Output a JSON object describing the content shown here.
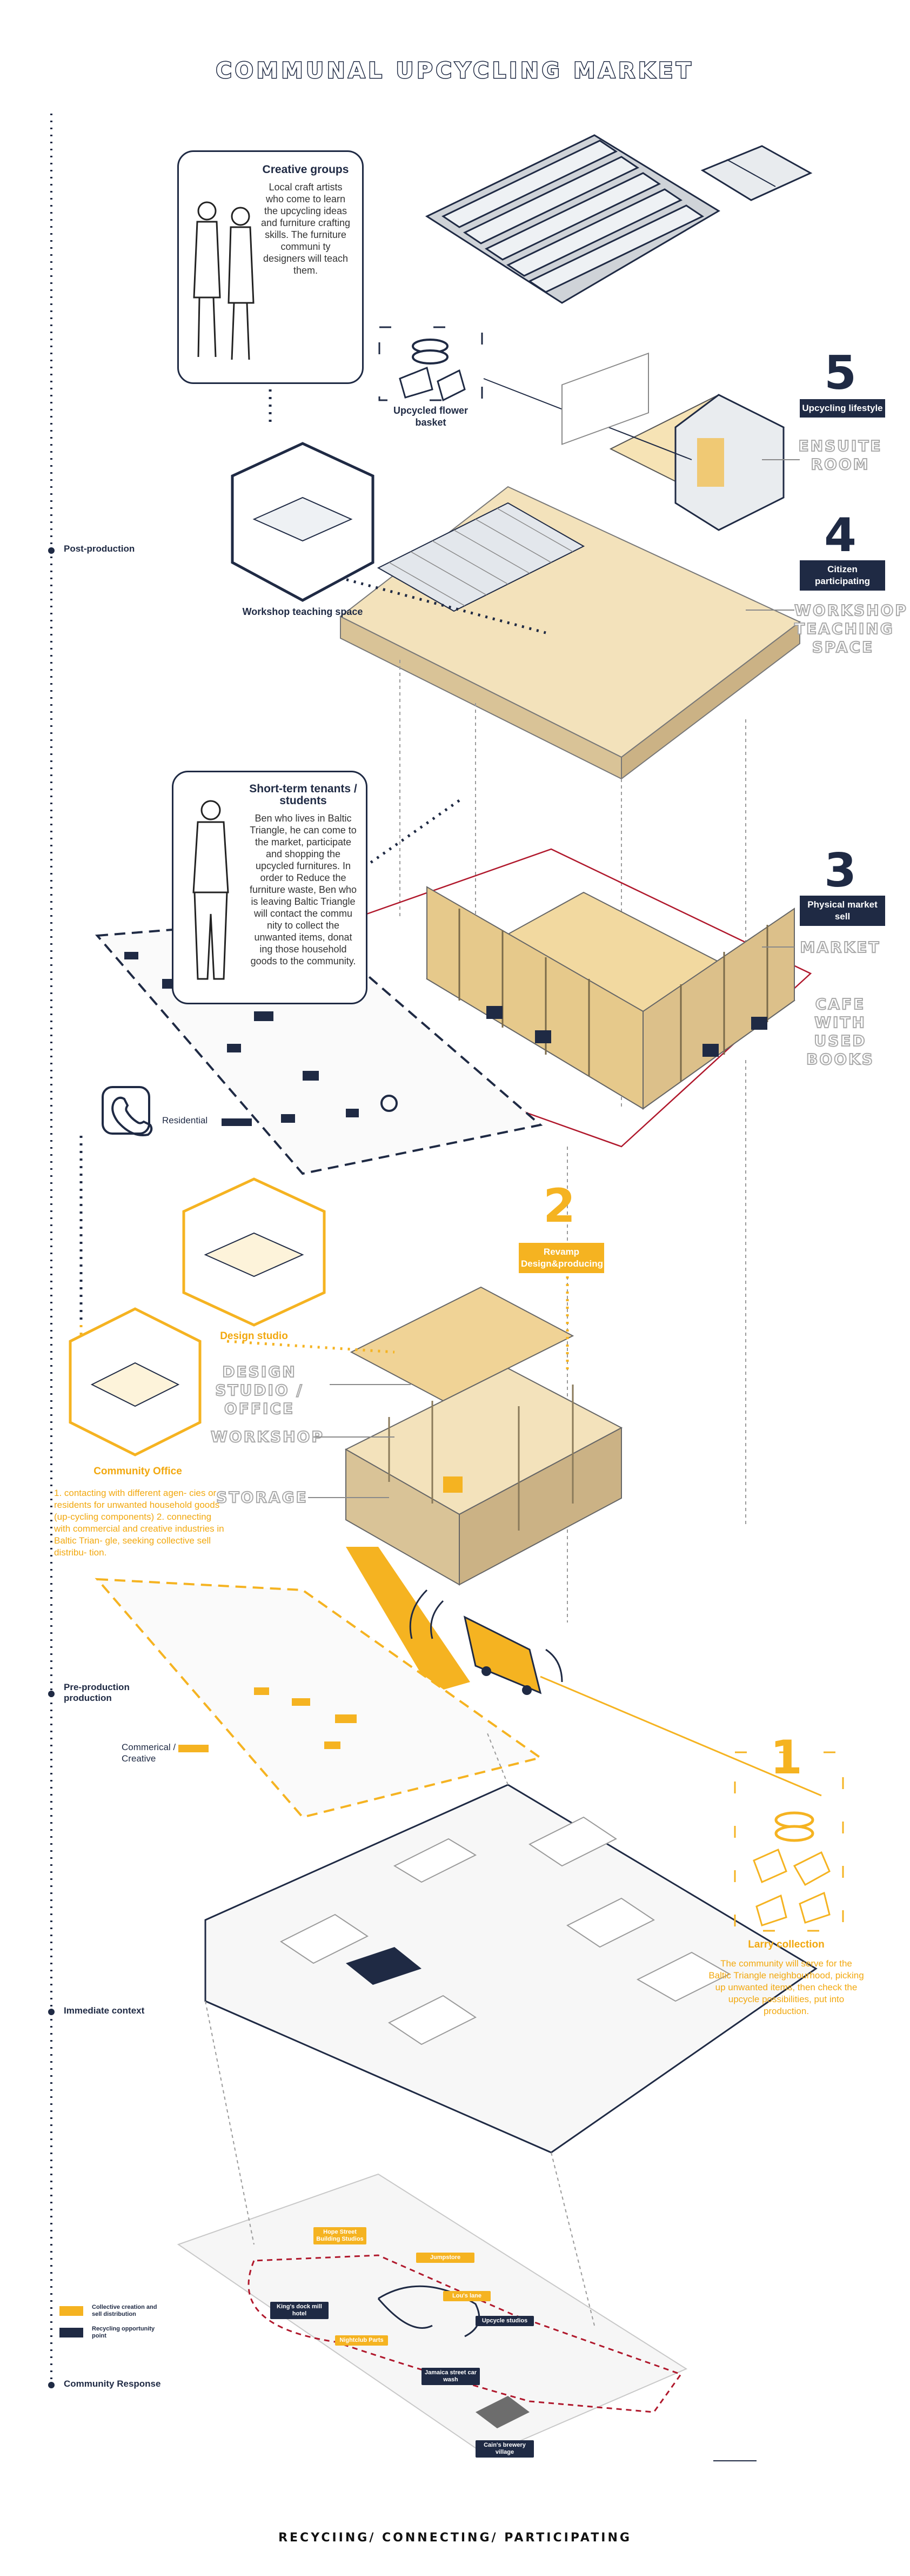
{
  "title": "COMMUNAL UPCYCLING MARKET",
  "footer": "RECYCIING/ CONNECTING/ PARTICIPATING",
  "side_labels": {
    "post_production": "Post-production",
    "pre_production": "Pre-production production",
    "immediate_context": "Immediate context",
    "community_response": "Community Response"
  },
  "creative_groups": {
    "heading": "Creative groups",
    "body": "Local craft artists who come to learn the upcycling ideas and furniture crafting skills. The furniture communi ty designers will teach them."
  },
  "upcycled_basket": "Upcycled flower basket",
  "workshop_teaching": "Workshop teaching space",
  "stages": [
    {
      "num": "5",
      "tag": "Upcycling lifestyle",
      "outline": "ENSUITE ROOM"
    },
    {
      "num": "4",
      "tag": "Citizen participating",
      "outline": "WORKSHOP TEACHING SPACE"
    },
    {
      "num": "3",
      "tag": "Physical market sell",
      "outline": "MARKET",
      "outline2": "CAFE WITH USED BOOKS"
    }
  ],
  "tenants": {
    "heading": "Short-term tenants / students",
    "body": "Ben who lives in Baltic Triangle, he can come to the market, participate and shopping the upcycled furnitures. In order to Reduce the furniture waste, Ben who is leaving Baltic Triangle will contact the commu nity to collect the unwanted items, donat ing those household goods to the community."
  },
  "residential_label": "Residential",
  "stage2": {
    "num": "2",
    "tag": "Revamp Design&producing"
  },
  "design_studio_label": "Design studio",
  "community_office": {
    "heading": "Community Office",
    "body": "1. contacting with different agen- cies or residents for unwanted household goods (up-cycling components) 2. connecting with commercial and creative industries in Baltic Trian- gle, seeking collective sell distribu- tion."
  },
  "floor_words": [
    "DESIGN STUDIO / OFFICE",
    "WORKSHOP",
    "STORAGE"
  ],
  "commercial_label": "Commerical / Creative",
  "stage1": {
    "num": "1",
    "heading": "Larry collection",
    "body": "The community will serve for the Baltic Triangle neighbourhood, picking up unwanted items, then check the upcycle possibilities, put into production."
  },
  "legend": [
    {
      "label": "Collective creation and sell distribution",
      "color": "#f5b321"
    },
    {
      "label": "Recycling opportunity point",
      "color": "#1f2a44"
    }
  ],
  "map_labels": [
    {
      "text": "Hope Street Building Studios",
      "kind": "amber"
    },
    {
      "text": "Jumpstore",
      "kind": "amber"
    },
    {
      "text": "King's dock mill hotel",
      "kind": "navy"
    },
    {
      "text": "Nightclub Parts",
      "kind": "amber"
    },
    {
      "text": "Lou's lane",
      "kind": "amber"
    },
    {
      "text": "Upcycle studios",
      "kind": "navy"
    },
    {
      "text": "Jamaica street car wash",
      "kind": "navy"
    },
    {
      "text": "Cain's brewery village",
      "kind": "navy"
    }
  ],
  "colors": {
    "navy": "#1f2a44",
    "amber": "#f5b321",
    "red_dash": "#b0182c",
    "grey_line": "#9a9a9a"
  },
  "icons": [
    "phone-icon",
    "truck-icon",
    "basket-icon"
  ]
}
